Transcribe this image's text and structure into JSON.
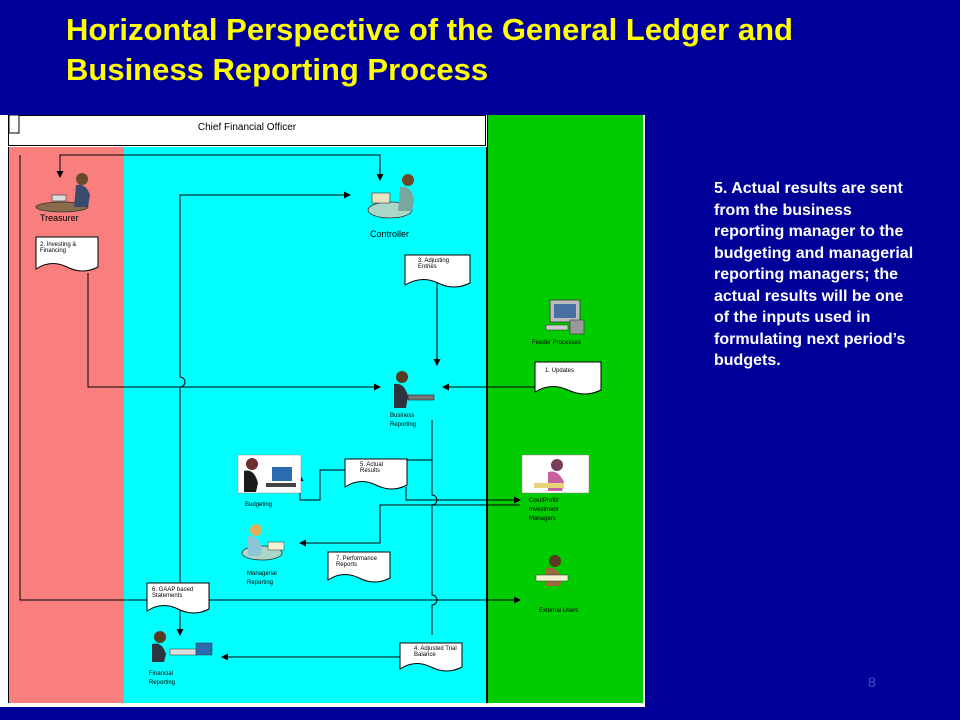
{
  "slide": {
    "title": "Horizontal Perspective of the General Ledger and Business Reporting Process",
    "side_note": "5. Actual results are sent from the business reporting manager to the budgeting and managerial reporting managers; the actual results will be one of the inputs used in formulating next period’s budgets.",
    "page_number": "8"
  },
  "diagram": {
    "top_lane": "Chief Financial Officer",
    "roles": {
      "treasurer": "Treasurer",
      "controller": "Controller",
      "feeder": "Feeder Processes",
      "business_reporting": "Business Reporting",
      "budgeting": "Budgeting",
      "cost_profit": "Cost/Profit/ Investment Managers",
      "managerial": "Managerial Reporting",
      "external": "External Users",
      "financial": "Financial Reporting"
    },
    "documents": {
      "d2": "2. Investing & Financing",
      "d3": "3. Adjusting Entries",
      "d1": "1. Updates",
      "d5": "5. Actual Results",
      "d7": "7. Performance Reports",
      "d6": "6. GAAP based Statements",
      "d4": "4. Adjusted Trial Balance"
    }
  }
}
